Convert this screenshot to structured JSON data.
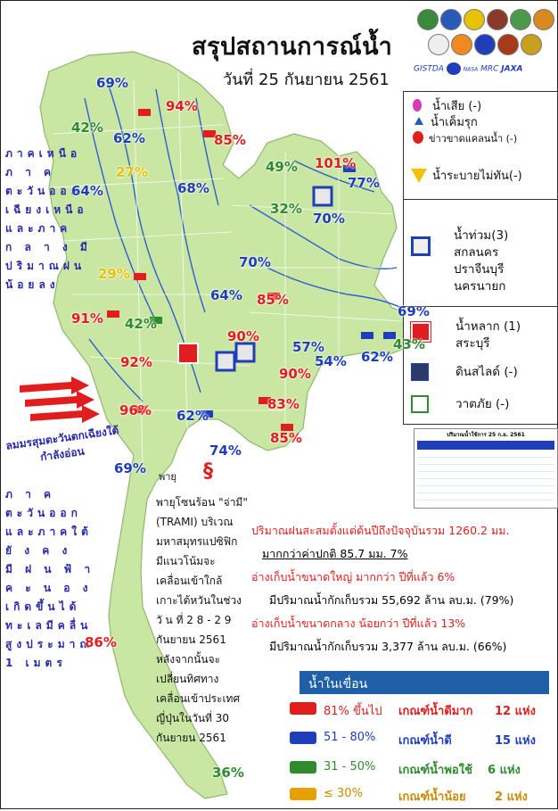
{
  "header": {
    "title": "สรุปสถานการณ์น้ำ",
    "date": "วันที่ 25 กันยายน 2561"
  },
  "logos": {
    "items": [
      "GISTDA",
      "NASA",
      "MRC",
      "JAXA"
    ]
  },
  "legend": {
    "wastewater": "น้ำเสีย (-)",
    "saltwater": "น้ำเค็มรุก",
    "drought": "ข่าวขาดแคลนน้ำ (-)",
    "drain_overflow": "น้ำระบายไม่ทัน(-)",
    "flood_title": "น้ำท่วม(3)",
    "flood_provinces": [
      "สกลนคร",
      "ปราจีนบุรี",
      "นครนายก"
    ],
    "flash_flood_title": "น้ำหลาก (1)",
    "flash_flood_province": "สระบุรี",
    "landslide": "ดินสไลด์ (-)",
    "storm": "วาตภัย (-)"
  },
  "regions": {
    "north_text": [
      "ภาคเหนือ",
      "ภ า ค",
      "ตะวันออก",
      "เฉียงเหนือ",
      "และภาค",
      "ก ล า ง มี",
      "ปริมาณฝน",
      "น้อยลง"
    ],
    "east_south_text": [
      "ภ า ค",
      "ตะวันออก",
      "และภาคใต้",
      "ยั ง ค ง",
      "มี ฝ น ฟ้ า",
      "ค ะ น อ ง",
      "เกิดขึ้นได้",
      "ทะเลมีคลื่น",
      "สูงประมาณ",
      "1 เมตร"
    ],
    "monsoon": [
      "ลมมรสุมตะวันตกเฉียงใต้",
      "กำลังอ่อน"
    ]
  },
  "dam_percentages": [
    {
      "value": "69%",
      "color": "blue"
    },
    {
      "value": "94%",
      "color": "red"
    },
    {
      "value": "42%",
      "color": "green"
    },
    {
      "value": "62%",
      "color": "blue"
    },
    {
      "value": "85%",
      "color": "red"
    },
    {
      "value": "27%",
      "color": "yellow"
    },
    {
      "value": "64%",
      "color": "blue"
    },
    {
      "value": "68%",
      "color": "blue"
    },
    {
      "value": "49%",
      "color": "green"
    },
    {
      "value": "101%",
      "color": "red"
    },
    {
      "value": "77%",
      "color": "blue"
    },
    {
      "value": "32%",
      "color": "green"
    },
    {
      "value": "70%",
      "color": "blue"
    },
    {
      "value": "70%",
      "color": "blue"
    },
    {
      "value": "29%",
      "color": "yellow"
    },
    {
      "value": "64%",
      "color": "blue"
    },
    {
      "value": "85%",
      "color": "red"
    },
    {
      "value": "91%",
      "color": "red"
    },
    {
      "value": "42%",
      "color": "green"
    },
    {
      "value": "90%",
      "color": "red"
    },
    {
      "value": "69%",
      "color": "blue"
    },
    {
      "value": "92%",
      "color": "red"
    },
    {
      "value": "57%",
      "color": "blue"
    },
    {
      "value": "43%",
      "color": "green"
    },
    {
      "value": "54%",
      "color": "blue"
    },
    {
      "value": "62%",
      "color": "blue"
    },
    {
      "value": "90%",
      "color": "red"
    },
    {
      "value": "96%",
      "color": "red"
    },
    {
      "value": "83%",
      "color": "red"
    },
    {
      "value": "62%",
      "color": "blue"
    },
    {
      "value": "85%",
      "color": "red"
    },
    {
      "value": "74%",
      "color": "blue"
    },
    {
      "value": "69%",
      "color": "blue"
    },
    {
      "value": "86%",
      "color": "red"
    },
    {
      "value": "36%",
      "color": "green"
    }
  ],
  "storm": {
    "title": "พายุ",
    "lines": [
      "พายุโซนร้อน \"จ่ามี\"",
      "(TRAMI) บริเวณ",
      "มหาสมุทรแปซิฟิก",
      "มีแนวโน้มจะ",
      "เคลื่อนเข้าใกล้",
      "เกาะไต้หวันในช่วง",
      "วั น ที่ 2 8 - 2 9",
      "กันยายน 2561",
      "หลังจากนั้นจะ",
      "เปลี่ยนทิศทาง",
      "เคลื่อนเข้าประเทศ",
      "ญี่ปุ่นในวันที่ 30",
      "กันยายน 2561"
    ]
  },
  "rain_summary": {
    "line1": "ปริมาณฝนสะสมตั้งแต่ต้นปีถึงปัจจุบันรวม 1260.2 มม.",
    "line2": "มากกว่าค่าปกติ 85.7 มม. 7%",
    "line3": "อ่างเก็บน้ำขนาดใหญ่ มากกว่า ปีที่แล้ว 6%",
    "line4": "มีปริมาณน้ำกักเก็บรวม 55,692 ล้าน ลบ.ม. (79%)",
    "line5": "อ่างเก็บน้ำขนาดกลาง น้อยกว่า ปีที่แล้ว 13%",
    "line6": "มีปริมาณน้ำกักเก็บรวม 3,377 ล้าน ลบ.ม. (66%)"
  },
  "dam_legend": {
    "header": "น้ำในเขื่อน",
    "rows": [
      {
        "range": "81% ขึ้นไป",
        "label": "เกณฑ์น้ำดีมาก",
        "count": "12 แห่ง",
        "color": "#e11d1d"
      },
      {
        "range": "51 - 80%",
        "label": "เกณฑ์น้ำดี",
        "count": "15 แห่ง",
        "color": "#1f3fb8"
      },
      {
        "range": "31 - 50%",
        "label": "เกณฑ์น้ำพอใช้",
        "count": "6 แห่ง",
        "color": "#2e8b2e"
      },
      {
        "range": "≤ 30%",
        "label": "เกณฑ์น้ำน้อย",
        "count": "2 แห่ง",
        "color": "#e6a000"
      }
    ]
  },
  "mini_table": {
    "title": "ปริมาณน้ำใช้การ 25 ก.ย. 2561"
  }
}
